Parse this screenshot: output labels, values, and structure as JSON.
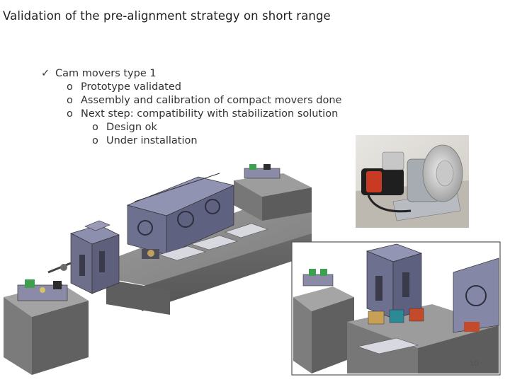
{
  "slide": {
    "title": "Validation of the pre-alignment strategy on short range",
    "page_number": "10"
  },
  "bullets": [
    {
      "marker": "✓",
      "text": "Cam movers type 1"
    },
    {
      "marker": "o",
      "text": "Prototype validated"
    },
    {
      "marker": "o",
      "text": "Assembly and calibration of compact movers done"
    },
    {
      "marker": "o",
      "text": "Next step: compatibility with stabilization solution"
    },
    {
      "marker": "o",
      "text": "Design ok"
    },
    {
      "marker": "o",
      "text": "Under installation"
    }
  ]
}
